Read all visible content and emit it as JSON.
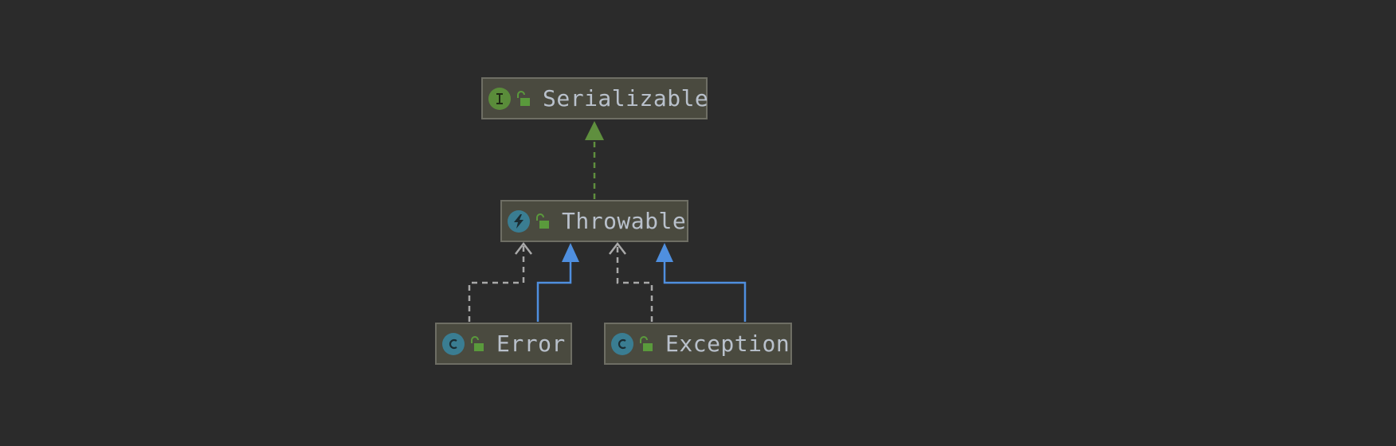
{
  "diagram": {
    "nodes": [
      {
        "id": "serializable",
        "label": "Serializable",
        "kind": "interface",
        "kind_glyph": "I",
        "kind_color": "#5a8c3a",
        "visibility": "public"
      },
      {
        "id": "throwable",
        "label": "Throwable",
        "kind": "throwable-class",
        "kind_color": "#3a7d92",
        "visibility": "public"
      },
      {
        "id": "error",
        "label": "Error",
        "kind": "class",
        "kind_glyph": "C",
        "kind_color": "#3a7d92",
        "visibility": "public"
      },
      {
        "id": "exception",
        "label": "Exception",
        "kind": "class",
        "kind_glyph": "C",
        "kind_color": "#3a7d92",
        "visibility": "public"
      }
    ],
    "edges": [
      {
        "from": "throwable",
        "to": "serializable",
        "type": "implements",
        "style": "dashed",
        "color": "#5f8f3e"
      },
      {
        "from": "error",
        "to": "throwable",
        "type": "dependency",
        "style": "dashed",
        "color": "#a9a9a9"
      },
      {
        "from": "error",
        "to": "throwable",
        "type": "extends",
        "style": "solid",
        "color": "#4f8fdf"
      },
      {
        "from": "exception",
        "to": "throwable",
        "type": "dependency",
        "style": "dashed",
        "color": "#a9a9a9"
      },
      {
        "from": "exception",
        "to": "throwable",
        "type": "extends",
        "style": "solid",
        "color": "#4f8fdf"
      }
    ],
    "colors": {
      "background": "#2b2b2b",
      "node_fill": "#4a4a3f",
      "node_border": "#6e6e64",
      "label": "#b9c1cc",
      "lock": "#5a9a3c"
    }
  }
}
